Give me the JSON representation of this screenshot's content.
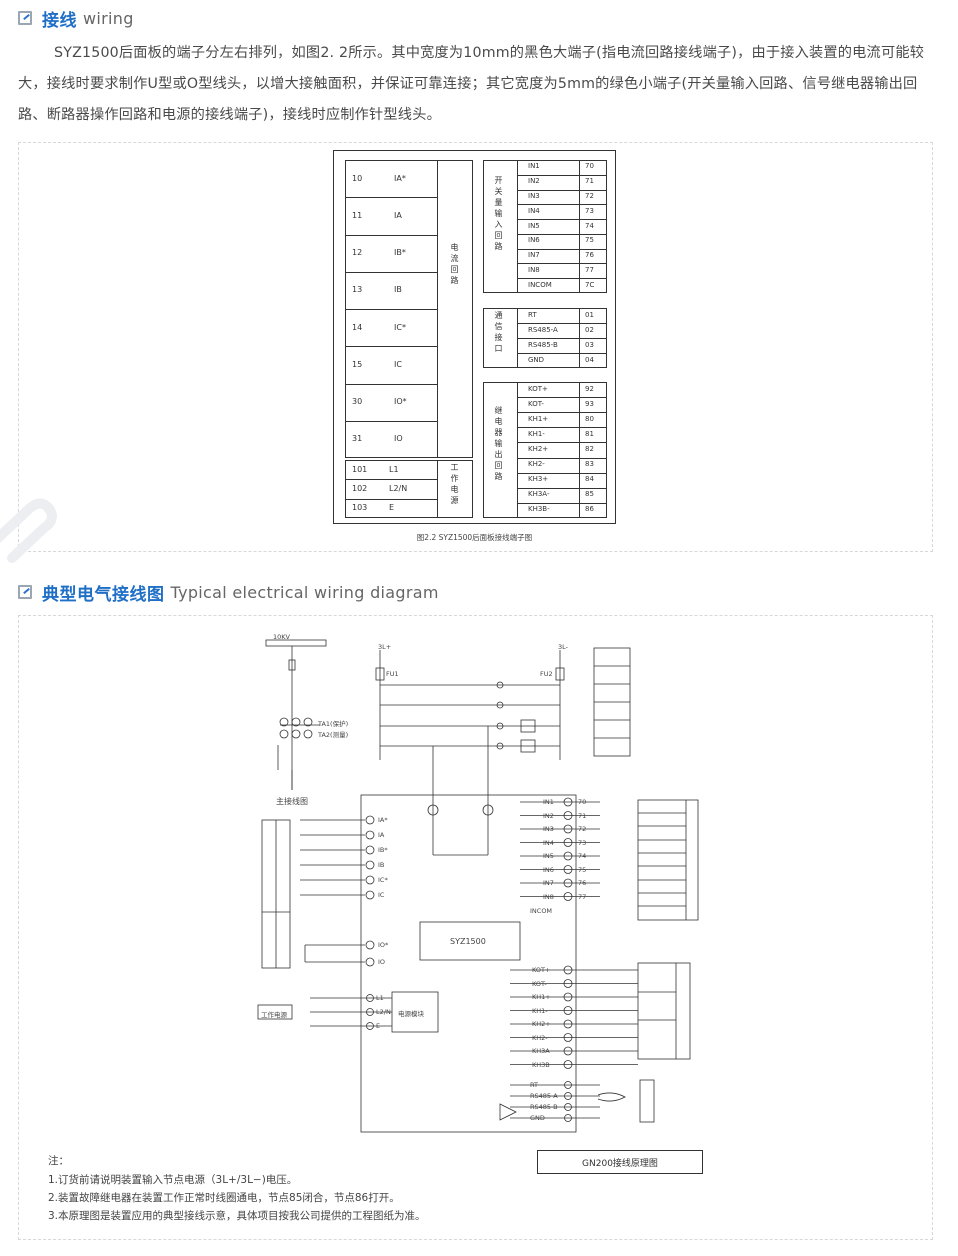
{
  "sections": {
    "wiring": {
      "title_zh": "接线",
      "title_en": "wiring"
    },
    "typical": {
      "title_zh": "典型电气接线图",
      "title_en": "Typical electrical wiring diagram"
    }
  },
  "paragraph": "SYZ1500后面板的端子分左右排列，如图2. 2所示。其中宽度为10mm的黑色大端子(指电流回路接线端子)，由于接入装置的电流可能较大，接线时要求制作U型或O型线头，以增大接触面积，并保证可靠连接；其它宽度为5mm的绿色小端子(开关量输入回路、信号继电器输出回路、断路器操作回路和电源的接线端子)，接线时应制作针型线头。",
  "terminal": {
    "current_rows": [
      {
        "num": "10",
        "name": "IA*"
      },
      {
        "num": "11",
        "name": "IA"
      },
      {
        "num": "12",
        "name": "IB*"
      },
      {
        "num": "13",
        "name": "IB"
      },
      {
        "num": "14",
        "name": "IC*"
      },
      {
        "num": "15",
        "name": "IC"
      },
      {
        "num": "30",
        "name": "IO*"
      },
      {
        "num": "31",
        "name": "IO"
      }
    ],
    "current_label": "电流回路",
    "power_rows": [
      {
        "num": "101",
        "name": "L1"
      },
      {
        "num": "102",
        "name": "L2/N"
      },
      {
        "num": "103",
        "name": "E"
      }
    ],
    "power_label": "工作电源",
    "input_label": "开关量输入回路",
    "input_rows": [
      {
        "name": "IN1",
        "num": "70"
      },
      {
        "name": "IN2",
        "num": "71"
      },
      {
        "name": "IN3",
        "num": "72"
      },
      {
        "name": "IN4",
        "num": "73"
      },
      {
        "name": "IN5",
        "num": "74"
      },
      {
        "name": "IN6",
        "num": "75"
      },
      {
        "name": "IN7",
        "num": "76"
      },
      {
        "name": "IN8",
        "num": "77"
      },
      {
        "name": "INCOM",
        "num": "7C"
      }
    ],
    "comm_label": "通信接口",
    "comm_rows": [
      {
        "name": "RT",
        "num": "01"
      },
      {
        "name": "RS485-A",
        "num": "02"
      },
      {
        "name": "RS485-B",
        "num": "03"
      },
      {
        "name": "GND",
        "num": "04"
      }
    ],
    "relay_label": "继电器输出回路",
    "relay_rows": [
      {
        "name": "KOT+",
        "num": "92"
      },
      {
        "name": "KOT-",
        "num": "93"
      },
      {
        "name": "KH1+",
        "num": "80"
      },
      {
        "name": "KH1-",
        "num": "81"
      },
      {
        "name": "KH2+",
        "num": "82"
      },
      {
        "name": "KH2-",
        "num": "83"
      },
      {
        "name": "KH3+",
        "num": "84"
      },
      {
        "name": "KH3A-",
        "num": "85"
      },
      {
        "name": "KH3B-",
        "num": "86"
      }
    ],
    "caption": "图2.2  SYZ1500后面板接线端子图"
  },
  "diagram": {
    "device": "SYZ1500",
    "power_module": "电源模块",
    "work_power": "工作电源",
    "main_wiring": "主接线图",
    "bus": "10KV",
    "fu1": "FU1",
    "fu2": "FU2",
    "ta_label": "TA1(保护)",
    "ta_label2": "TA2(测量)",
    "right_top_boxes": [
      "",
      "",
      "",
      "",
      "",
      ""
    ],
    "note_title": "注：",
    "notes": [
      "1.订货前请说明装置输入节点电源（3L+/3L−)电压。",
      "2.装置故障继电器在装置工作正常时线圈通电，节点85闭合，节点86打开。",
      "3.本原理图是装置应用的典型接线示意，具体项目按我公司提供的工程图纸为准。"
    ],
    "gn_label": "GN200接线原理图",
    "in_labels": [
      "IN1",
      "IN2",
      "IN3",
      "IN4",
      "IN5",
      "IN6",
      "IN7",
      "IN8"
    ],
    "in_nums": [
      "70",
      "71",
      "72",
      "73",
      "74",
      "75",
      "76",
      "77"
    ],
    "incom": "INCOM",
    "ct_labels": [
      "IA*",
      "IA",
      "IB*",
      "IB",
      "IC*",
      "IC"
    ],
    "io_labels": [
      "IO*",
      "IO"
    ],
    "relay_labels": [
      "KOT+",
      "KOT-",
      "KH1+",
      "KH1-",
      "KH2+",
      "KH2-",
      "KH3A",
      "KH3B"
    ],
    "comm_labels": [
      "RT",
      "RS485-A",
      "RS485-B",
      "GND"
    ],
    "pwr_labels": [
      "L1",
      "L2/N",
      "E"
    ],
    "pwr_src": [
      "3L+",
      "3L-"
    ]
  }
}
